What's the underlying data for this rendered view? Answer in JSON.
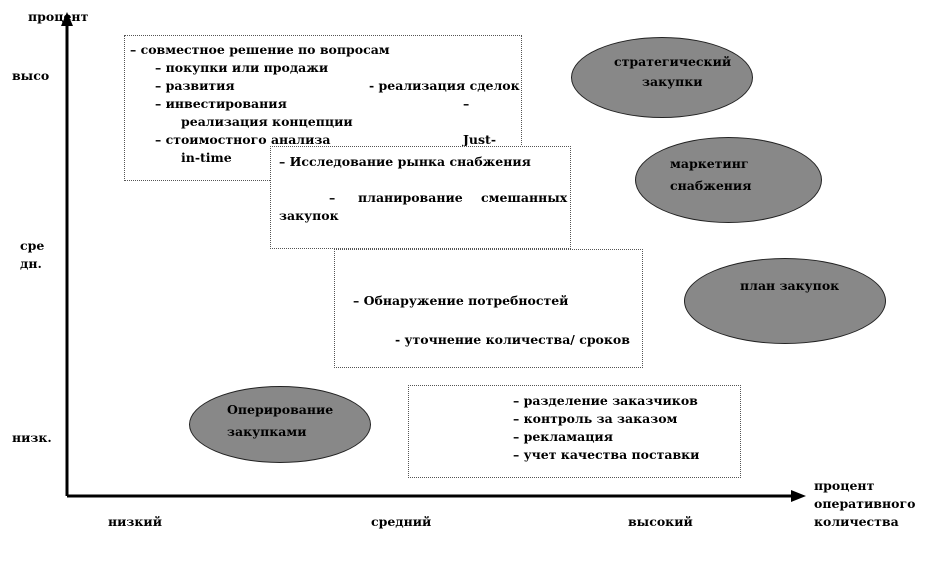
{
  "axes": {
    "y_title": "процент",
    "y_ticks": [
      "высо",
      "сре",
      "дн.",
      "низк."
    ],
    "x_ticks": [
      "низкий",
      "средний",
      "высокий"
    ],
    "x_title": [
      "процент",
      "оперативного",
      "количества"
    ]
  },
  "box1": {
    "items": [
      "–    совместное решение по вопросам",
      "–    покупки или продажи",
      "–    развития",
      "- реализация сделок",
      "–    инвестирования",
      "–",
      "реализация концепции",
      "–    стоимостного анализа",
      "Just-",
      "in-time"
    ]
  },
  "box2": {
    "title": "–    Исследование рынка снабжения",
    "line2_parts": [
      "–",
      "планирование",
      "смешанных"
    ],
    "line3": "закупок"
  },
  "box3": {
    "title": "–    Обнаружение потребностей",
    "line2": "- уточнение количества/ сроков"
  },
  "box4": {
    "items": [
      "–    разделение заказчиков",
      "–    контроль за заказом",
      "–    рекламация",
      "–    учет качества поставки"
    ]
  },
  "ellipses": {
    "strategic": [
      "стратегический",
      "закупки"
    ],
    "marketing": [
      "маркетинг",
      "снабжения"
    ],
    "plan": [
      "план закупок"
    ],
    "operational": [
      "Оперирование",
      "закупками"
    ]
  }
}
